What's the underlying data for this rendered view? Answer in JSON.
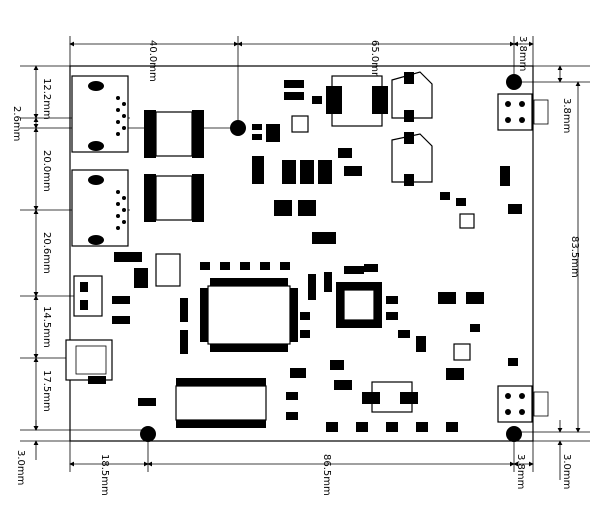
{
  "dimensions": {
    "top_40": "40.0mm",
    "top_65": "65.0mm",
    "top_3_8": "3.8mm",
    "left_12_2": "12.2mm",
    "left_2_6": "2.6mm",
    "left_20_0": "20.0mm",
    "left_20_6": "20.6mm",
    "left_14_5": "14.5mm",
    "left_17_5": "17.5mm",
    "left_3_0": "3.0mm",
    "right_3_8": "3.8mm",
    "right_83_5": "83.5mm",
    "right_3_0": "3.0mm",
    "bottom_18_5": "18.5mm",
    "bottom_86_5": "86.5mm",
    "bottom_3_8": "3.8mm"
  }
}
